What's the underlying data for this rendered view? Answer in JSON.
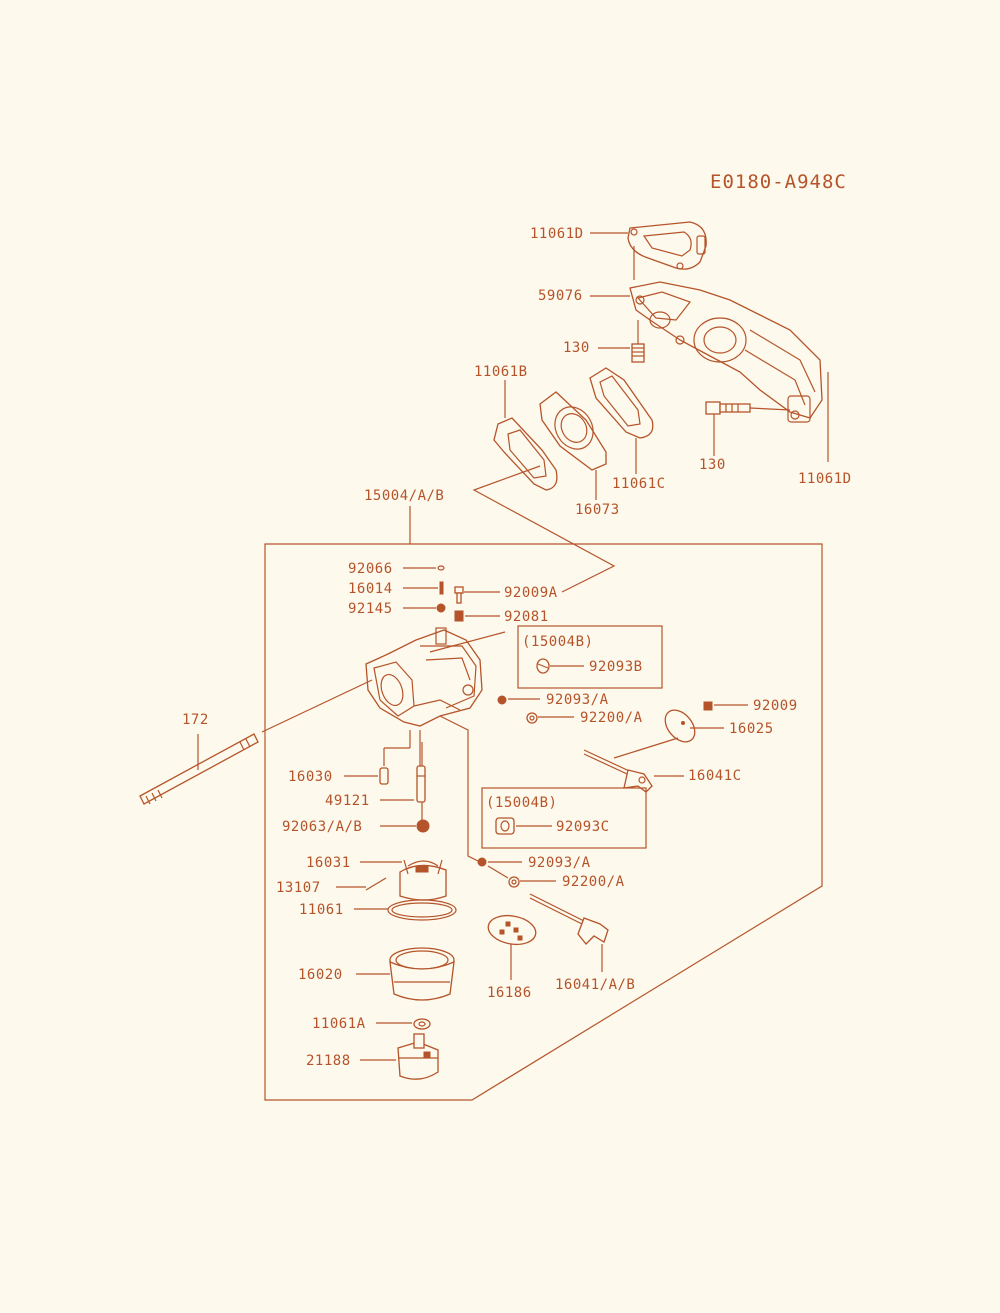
{
  "diagram_code": "E0180-A948C",
  "colors": {
    "ink": "#b5542a",
    "paper": "#fdf9ed"
  },
  "labels": {
    "p11061D_top": "11061D",
    "p59076": "59076",
    "p130_a": "130",
    "p11061B": "11061B",
    "p130_b": "130",
    "p11061C": "11061C",
    "p11061D_right": "11061D",
    "p16073": "16073",
    "p15004AB": "15004/A/B",
    "p92066": "92066",
    "p16014": "16014",
    "p92145": "92145",
    "p92009A": "92009A",
    "p92081": "92081",
    "box1_title": "(15004B)",
    "p92093B": "92093B",
    "p92093A_1": "92093/A",
    "p92009": "92009",
    "p92200A_1": "92200/A",
    "p16025": "16025",
    "p172": "172",
    "p16041C": "16041C",
    "p16030": "16030",
    "box2_title": "(15004B)",
    "p49121": "49121",
    "p92093C": "92093C",
    "p92063AB": "92063/A/B",
    "p16031": "16031",
    "p92093A_2": "92093/A",
    "p13107": "13107",
    "p92200A_2": "92200/A",
    "p11061": "11061",
    "p16020": "16020",
    "p16186": "16186",
    "p16041AB": "16041/A/B",
    "p11061A": "11061A",
    "p21188": "21188"
  }
}
